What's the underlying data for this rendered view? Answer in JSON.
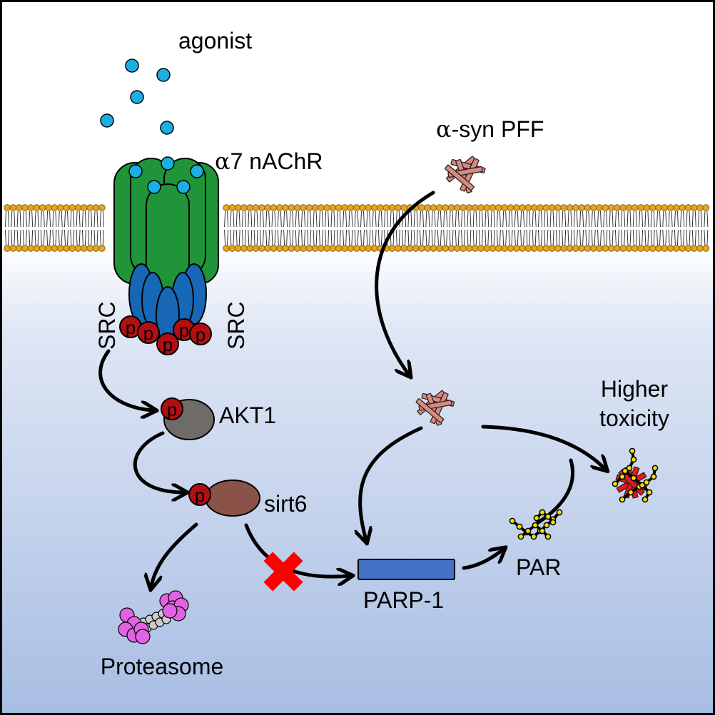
{
  "labels": {
    "agonist": "agonist",
    "receptor_alpha": "α",
    "receptor_rest": "7 nAChR",
    "src_left": "SRC",
    "src_right": "SRC",
    "akt1": "AKT1",
    "sirt6": "sirt6",
    "syn_alpha": "α",
    "syn_rest": "-syn PFF",
    "higher": "Higher",
    "toxicity": "toxicity",
    "par": "PAR",
    "parp1": "PARP-1",
    "proteasome": "Proteasome",
    "phospho": "p"
  },
  "colors": {
    "border": "#000000",
    "extracellular": "#ffffff",
    "cytoplasm_top": "#ffffff",
    "cytoplasm_bottom": "#a8bde3",
    "lipid_head": "#e6a51f",
    "receptor_green": "#1f9438",
    "src_blue": "#1767b5",
    "phospho_red": "#b30f12",
    "agonist_cyan": "#1aaee3",
    "akt1_gray": "#6f6b69",
    "sirt6_brown": "#8a5248",
    "parp1_blue": "#4472c4",
    "inhibit_red": "#ff0000",
    "fibril_pink": "#d98a80",
    "par_yellow": "#f2e000",
    "proteasome_pink": "#e362e3",
    "proteasome_gray": "#cccccc"
  },
  "icons": {
    "inhibition": "red-x-icon",
    "fibril": "fibril-icon",
    "polymer": "par-chain-icon",
    "proteasome": "proteasome-icon"
  }
}
